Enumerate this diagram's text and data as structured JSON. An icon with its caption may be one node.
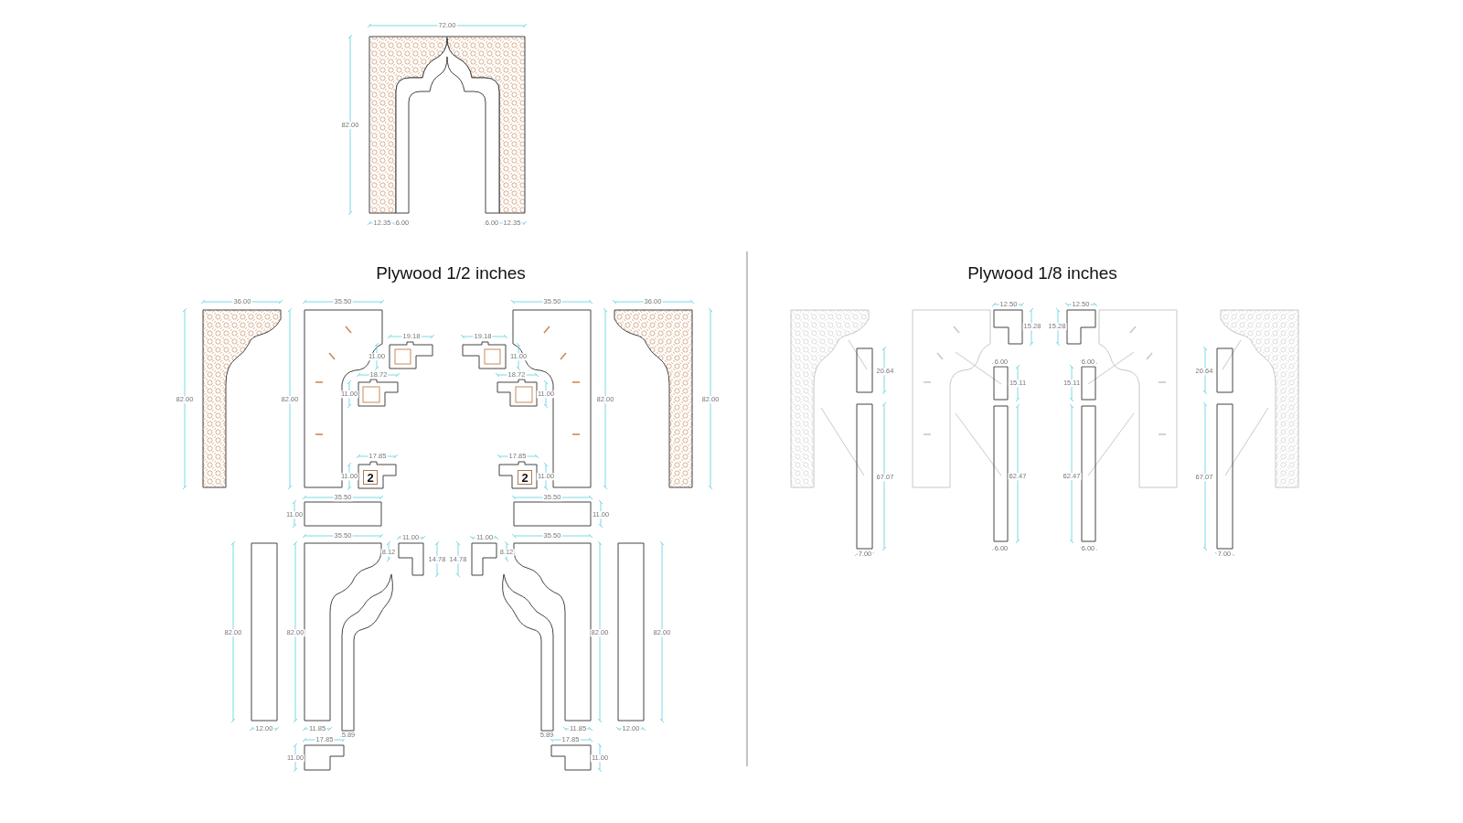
{
  "diagram": {
    "nodes": [
      {
        "text": [
          "2"
        ]
      },
      {
        "text": [
          "2"
        ]
      }
    ],
    "labels": [
      "72.00",
      "82.00",
      "12.35",
      "6.00",
      "6.00",
      "12.35",
      "Plywood 1/2 inches",
      "Plywood 1/8 inches",
      "36.00",
      "35.50",
      "35.50",
      "36.00",
      "19.18",
      "19.18",
      "12.50",
      "12.50",
      "15.28",
      "15.28",
      "11.00",
      "11.00",
      "6.00",
      "6.00",
      "20.64",
      "20.64",
      "18.72",
      "18.72",
      "15.11",
      "15.11",
      "11.00",
      "11.00",
      "82.00",
      "82.00",
      "82.00",
      "82.00",
      "17.85",
      "17.85",
      "11.00",
      "11.00",
      "67.07",
      "62.47",
      "62.47",
      "67.07",
      "35.50",
      "35.50",
      "11.00",
      "11.00",
      "35.50",
      "11.00",
      "11.00",
      "35.50",
      "6.00",
      "6.00",
      "8.12",
      "8.12",
      "7.00",
      "7.00",
      "14.78",
      "14.78",
      "82.00",
      "82.00",
      "82.00",
      "82.00",
      "12.00",
      "11.85",
      "11.85",
      "12.00",
      "5.89",
      "5.89",
      "17.85",
      "17.85",
      "11.00",
      "11.00"
    ]
  }
}
